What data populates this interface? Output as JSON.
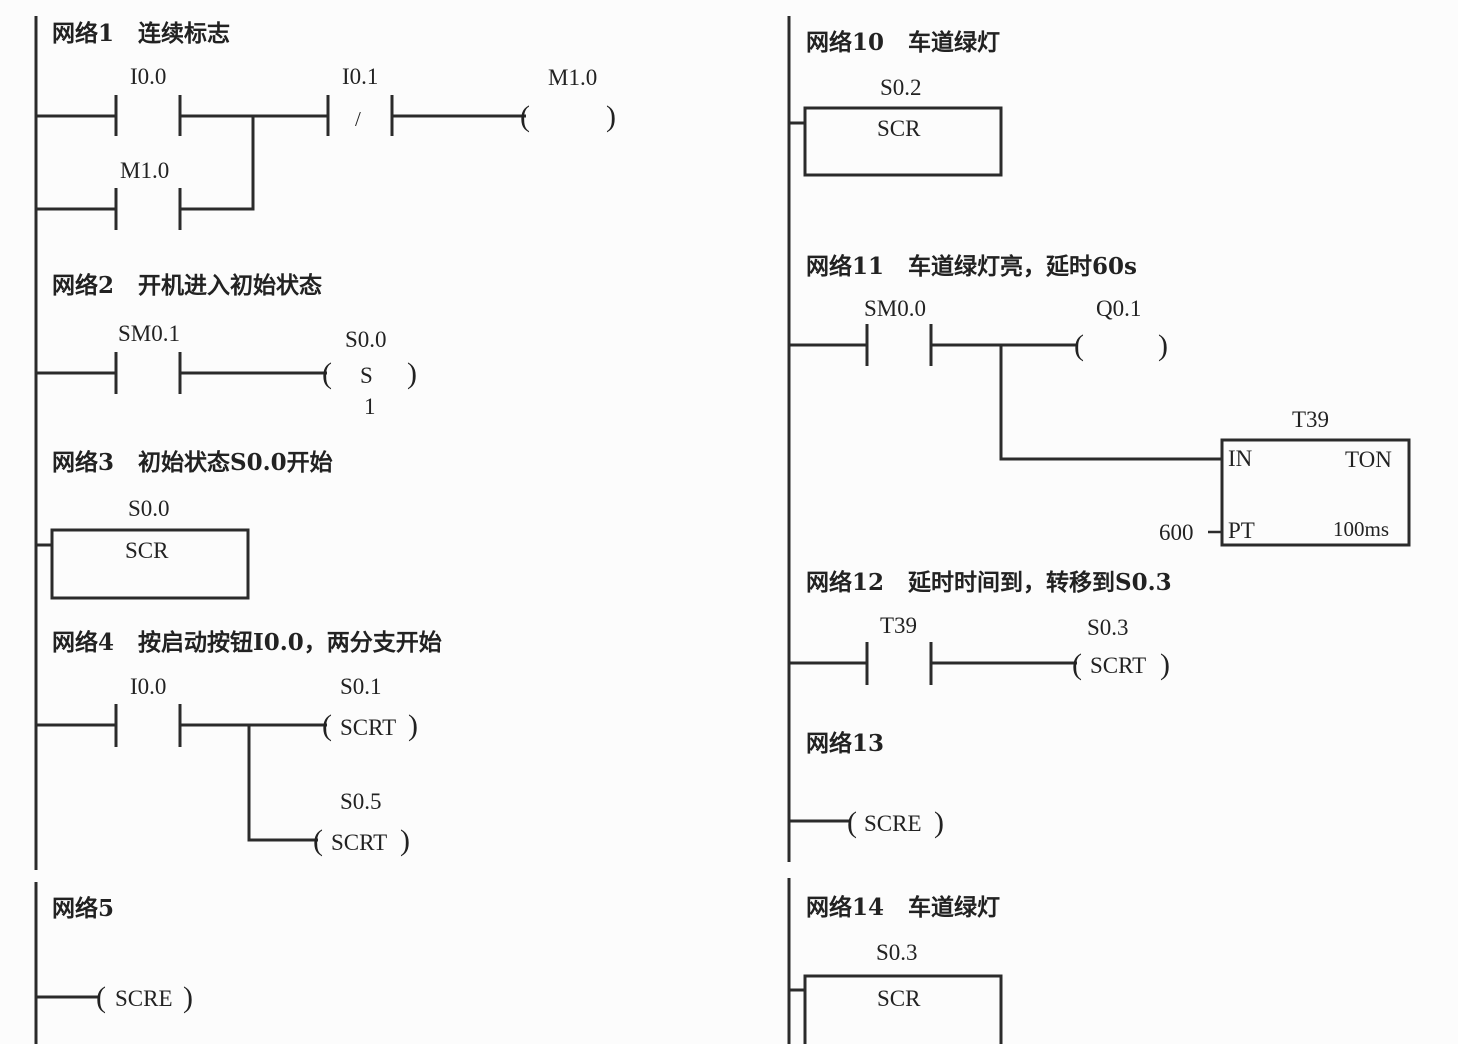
{
  "diagram": {
    "type": "PLC ladder diagram (sequential control / SCR)",
    "left_column": {
      "networks": [
        {
          "title": "网络1   连续标志",
          "contacts": [
            {
              "address": "I0.0",
              "type": "NO"
            },
            {
              "address": "M1.0",
              "type": "NO",
              "parallel_branch": true
            },
            {
              "address": "I0.1",
              "type": "NC",
              "symbol": "/"
            }
          ],
          "coil": {
            "address": "M1.0",
            "type": "output",
            "inner": ""
          }
        },
        {
          "title": "网络2   开机进入初始状态",
          "contacts": [
            {
              "address": "SM0.1",
              "type": "NO"
            }
          ],
          "coil": {
            "address": "S0.0",
            "type": "set",
            "inner": "S",
            "count": "1"
          }
        },
        {
          "title": "网络3   初始状态S0.0开始",
          "box": {
            "address": "S0.0",
            "label": "SCR"
          }
        },
        {
          "title": "网络4   按启动按钮I0.0，两分支开始",
          "contacts": [
            {
              "address": "I0.0",
              "type": "NO"
            }
          ],
          "coils": [
            {
              "address": "S0.1",
              "inner": "SCRT"
            },
            {
              "address": "S0.5",
              "inner": "SCRT"
            }
          ]
        },
        {
          "title": "网络5",
          "coil": {
            "inner": "SCRE"
          }
        }
      ]
    },
    "right_column": {
      "networks": [
        {
          "title": "网络10   车道绿灯",
          "box": {
            "address": "S0.2",
            "label": "SCR"
          }
        },
        {
          "title": "网络11   车道绿灯亮，延时60s",
          "contacts": [
            {
              "address": "SM0.0",
              "type": "NO"
            }
          ],
          "coil": {
            "address": "Q0.1",
            "type": "output",
            "inner": ""
          },
          "timer": {
            "address": "T39",
            "type": "TON",
            "input_pin": "IN",
            "preset_pin": "PT",
            "preset_value": "600",
            "resolution": "100ms"
          }
        },
        {
          "title": "网络12   延时时间到，转移到S0.3",
          "contacts": [
            {
              "address": "T39",
              "type": "NO"
            }
          ],
          "coil": {
            "address": "S0.3",
            "inner": "SCRT"
          }
        },
        {
          "title": "网络13",
          "coil": {
            "inner": "SCRE"
          }
        },
        {
          "title": "网络14   车道绿灯",
          "box": {
            "address": "S0.3",
            "label": "SCR"
          }
        }
      ]
    }
  },
  "symbols": {
    "nc_slash": "/",
    "paren_open": "(",
    "paren_close": ")"
  },
  "colors": {
    "background": "#fcfcfc",
    "ink": "#2b2b2b"
  }
}
